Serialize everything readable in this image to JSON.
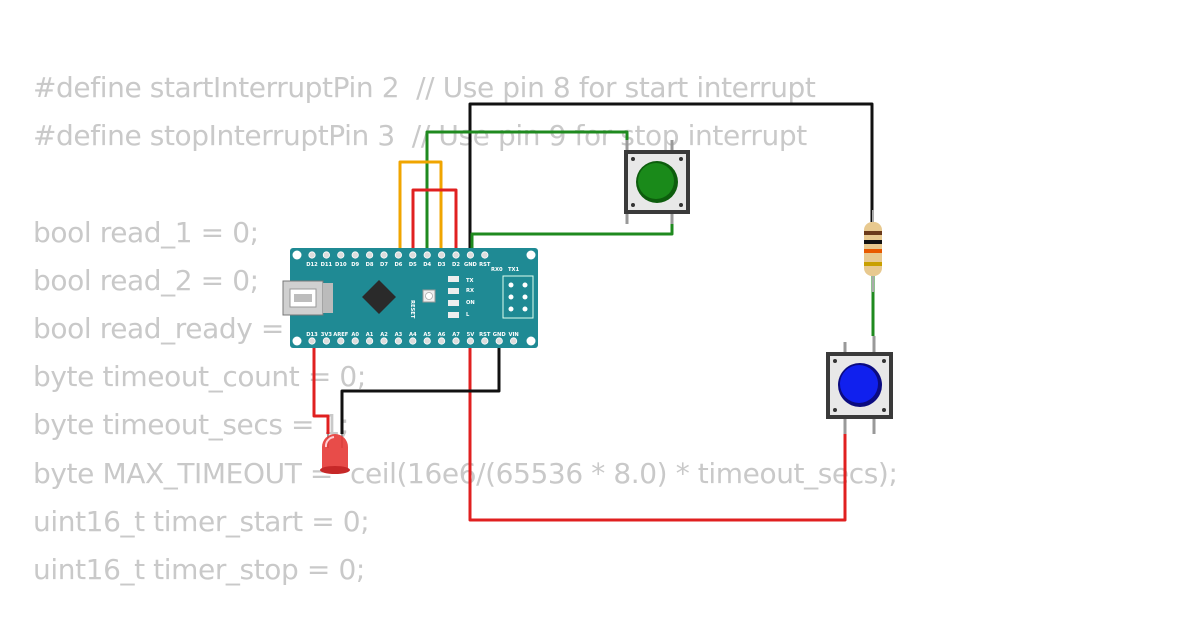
{
  "code_lines": [
    "#define startInterruptPin 2  // Use pin 8 for start interrupt",
    "#define stopInterruptPin 3  // Use pin 9 for stop interrupt",
    "",
    "bool read_1 = 0;",
    "bool read_2 = 0;",
    "bool read_ready = 0;",
    "byte timeout_count = 0;",
    "byte timeout_secs = 1;",
    "byte MAX_TIMEOUT =  ceil(16e6/(65536 * 8.0) * timeout_secs);",
    "uint16_t timer_start = 0;",
    "uint16_t timer_stop = 0;"
  ],
  "board": {
    "top_pins": [
      "D12",
      "D11",
      "D10",
      "D9",
      "D8",
      "D7",
      "D6",
      "D5",
      "D4",
      "D3",
      "D2",
      "GND",
      "RST"
    ],
    "bottom_pins": [
      "D13",
      "3V3",
      "AREF",
      "A0",
      "A1",
      "A2",
      "A3",
      "A4",
      "A5",
      "A6",
      "A7",
      "5V",
      "RST",
      "GND",
      "VIN"
    ],
    "side_labels": {
      "rx0": "RX0",
      "tx1": "TX1",
      "reset": "RESET",
      "tx": "TX",
      "rx": "RX",
      "on": "ON",
      "l": "L"
    }
  },
  "colors": {
    "board": "#1f8a94",
    "wire_red": "#e02020",
    "wire_green": "#1f8a1f",
    "wire_black": "#111111",
    "wire_orange": "#f0a500",
    "button_green": "#1a8a1a",
    "button_blue": "#1020ee",
    "led_red": "#e53935"
  },
  "components": {
    "board_icon": "arduino-nano",
    "led_icon": "red-led",
    "start_button_icon": "green-pushbutton",
    "stop_button_icon": "blue-pushbutton",
    "resistor_icon": "resistor"
  }
}
